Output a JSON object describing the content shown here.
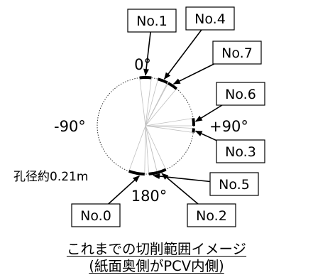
{
  "diagram": {
    "angles": {
      "top": "0°",
      "left": "-90°",
      "right": "+90°",
      "bottom": "180°"
    },
    "hole_label": "孔径約0.21m",
    "cuts": [
      {
        "label": "No.0",
        "from_deg": 181,
        "to_deg": 200
      },
      {
        "label": "No.1",
        "from_deg": 353,
        "to_deg": 7
      },
      {
        "label": "No.2",
        "from_deg": 155,
        "to_deg": 166
      },
      {
        "label": "No.3",
        "from_deg": 93,
        "to_deg": 98
      },
      {
        "label": "No.4",
        "from_deg": 15,
        "to_deg": 27
      },
      {
        "label": "No.5",
        "from_deg": 166,
        "to_deg": 176
      },
      {
        "label": "No.6",
        "from_deg": 81,
        "to_deg": 90
      },
      {
        "label": "No.7",
        "from_deg": 28,
        "to_deg": 40
      }
    ]
  },
  "caption": {
    "line1": "これまでの切削範囲イメージ",
    "line2": "(紙面奥側がPCV内側)"
  },
  "colors": {
    "ink": "#000000",
    "circle": "#333333",
    "ray": "#bfbfbf",
    "background": "#ffffff"
  }
}
